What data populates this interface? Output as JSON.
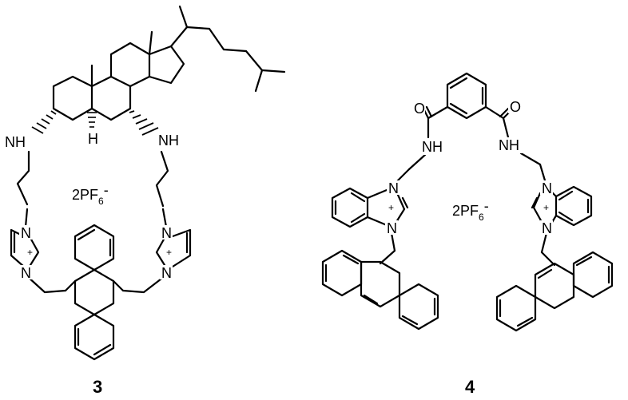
{
  "compound3": {
    "number": "3",
    "counterion": "2PF",
    "counterion_sub": "6",
    "counterion_sup": "-",
    "atoms": {
      "nh_left": "NH",
      "nh_right": "NH",
      "h_stereo": "H",
      "n_im_left_top": "N",
      "n_im_left_bottom": "N",
      "n_im_right_top": "N",
      "n_im_right_bottom": "N",
      "charge": "+"
    }
  },
  "compound4": {
    "number": "4",
    "counterion": "2PF",
    "counterion_sub": "6",
    "counterion_sup": "-",
    "atoms": {
      "o_left": "O",
      "o_right": "O",
      "nh_left": "NH",
      "nh_right": "NH",
      "n_bim_left_top": "N",
      "n_bim_left_bottom": "N",
      "n_bim_right_top": "N",
      "n_bim_right_bottom": "N",
      "charge": "+"
    }
  }
}
